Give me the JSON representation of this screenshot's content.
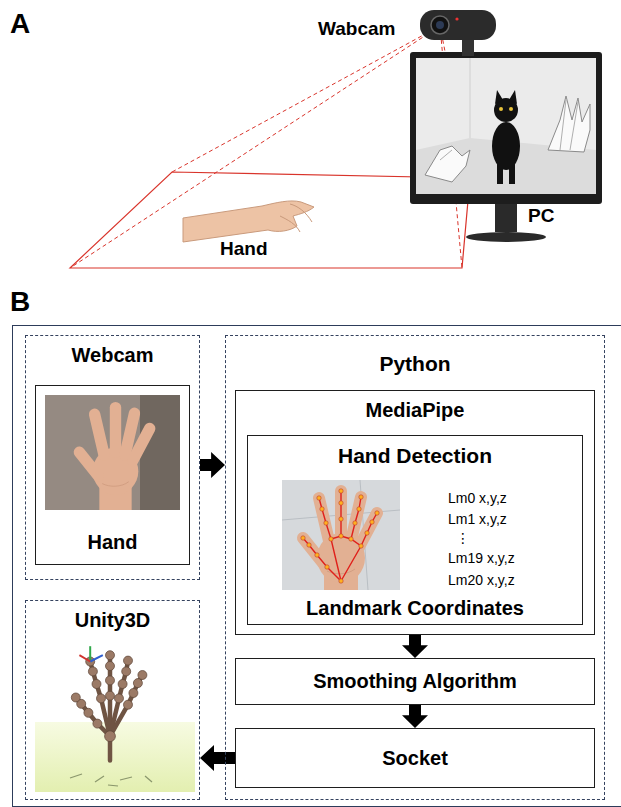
{
  "diagram": {
    "nodes": [
      {
        "text": [
          "Webcam"
        ]
      },
      {
        "text": [
          "Hand"
        ],
        "in": 0
      },
      {
        "text": [
          "Python"
        ]
      },
      {
        "text": [
          "MediaPipe"
        ],
        "in": 2
      },
      {
        "text": [
          "Hand Detection",
          "Landmark Coordinates"
        ],
        "in": 3
      },
      {
        "text": [
          "Smoothing Algorithm"
        ],
        "in": 2
      },
      {
        "text": [
          "Socket"
        ],
        "in": 2
      },
      {
        "text": [
          "Unity3D"
        ]
      }
    ],
    "edges": [
      {
        "from": 0,
        "to": 2,
        "arrow": "to"
      },
      {
        "from": 3,
        "to": 5,
        "arrow": "to"
      },
      {
        "from": 5,
        "to": 6,
        "arrow": "to"
      },
      {
        "from": 6,
        "to": 7,
        "arrow": "to"
      }
    ],
    "labels": [
      "A",
      "Wabcam",
      "PC",
      "Hand",
      "B",
      "Lm0 x,y,z",
      "Lm1 x,y,z",
      "⋮",
      "Lm19 x,y,z",
      "Lm20 x,y,z"
    ]
  }
}
